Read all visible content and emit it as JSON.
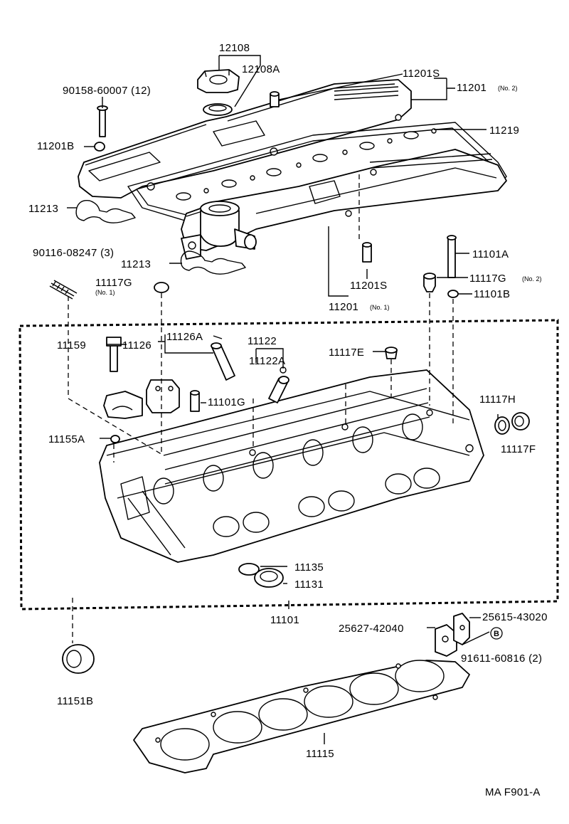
{
  "diagram_code": "MA F901-A",
  "labels": {
    "p12108": "12108",
    "p12108A": "12108A",
    "p90158": "90158-60007 (12)",
    "p11201S_top": "11201S",
    "p11201_no2": "11201",
    "no2_a": "(No. 2)",
    "p11201B": "11201B",
    "p11219": "11219",
    "p11213_top": "11213",
    "p90116": "90116-08247 (3)",
    "p11213_mid": "11213",
    "p11101A": "11101A",
    "p11117G_left": "11117G",
    "no1_a": "(No. 1)",
    "p11201S_bot": "11201S",
    "p11117G_right": "11117G",
    "no2_b": "(No. 2)",
    "p11101B": "11101B",
    "p11201_no1": "11201",
    "no1_b": "(No. 1)",
    "p11159": "11159",
    "p11126": "11126",
    "p11126A": "11126A",
    "p11122": "11122",
    "p11122A": "11122A",
    "p11117E": "11117E",
    "p11101G": "11101G",
    "p11117H": "11117H",
    "p11155A": "11155A",
    "p11117F": "11117F",
    "p11135": "11135",
    "p11131": "11131",
    "p11101": "11101",
    "p25615": "25615-43020",
    "p25627": "25627-42040",
    "bolt_b": "B",
    "p91611": "91611-60816 (2)",
    "p11151B": "11151B",
    "p11115": "11115"
  }
}
